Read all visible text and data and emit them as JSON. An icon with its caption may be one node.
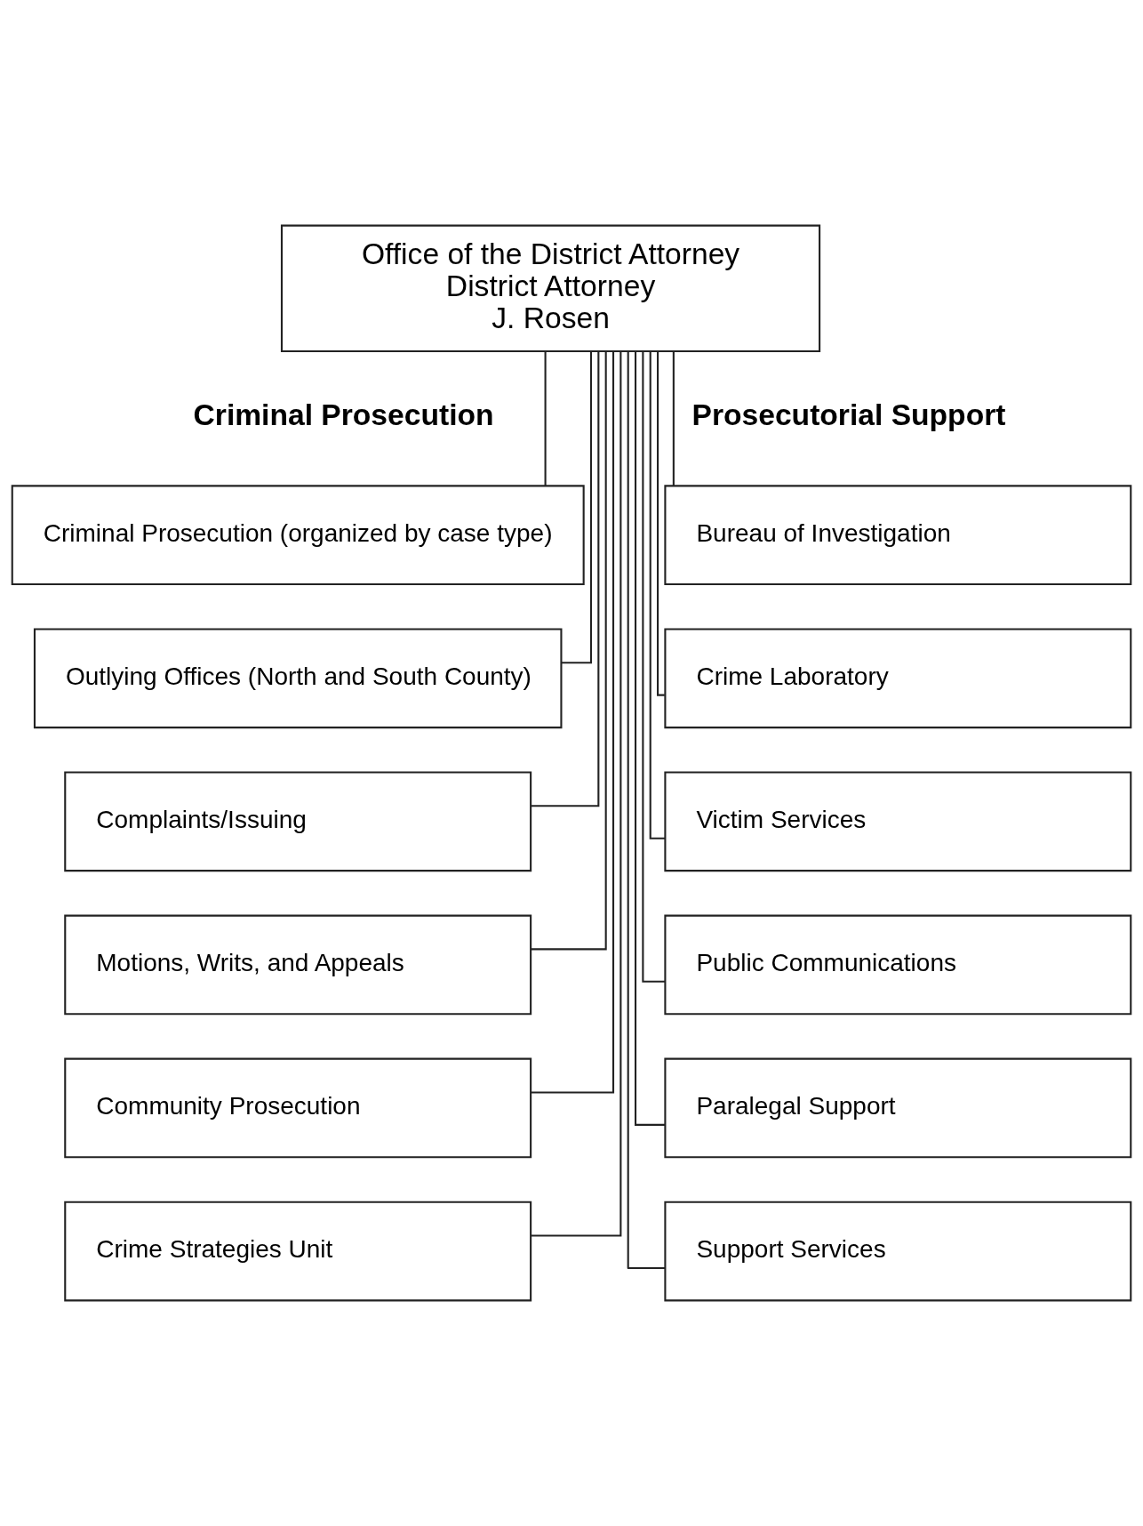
{
  "diagram": {
    "nodes": [
      {
        "text": [
          "Office of the District Attorney",
          "District Attorney",
          "J. Rosen"
        ]
      },
      {
        "text": [
          "Criminal Prosecution (organized by case type)"
        ]
      },
      {
        "text": [
          "Bureau of Investigation"
        ]
      },
      {
        "text": [
          "Outlying Offices (North and South County)"
        ]
      },
      {
        "text": [
          "Crime Laboratory"
        ]
      },
      {
        "text": [
          "Complaints/Issuing"
        ]
      },
      {
        "text": [
          "Victim Services"
        ]
      },
      {
        "text": [
          "Motions, Writs, and Appeals"
        ]
      },
      {
        "text": [
          "Public Communications"
        ]
      },
      {
        "text": [
          "Community Prosecution"
        ]
      },
      {
        "text": [
          "Paralegal Support"
        ]
      },
      {
        "text": [
          "Crime Strategies Unit"
        ]
      },
      {
        "text": [
          "Support Services"
        ]
      }
    ],
    "edges": [
      {
        "from": 0,
        "to": 1,
        "arrow": "none"
      },
      {
        "from": 0,
        "to": 2,
        "arrow": "none"
      },
      {
        "from": 0,
        "to": 3,
        "arrow": "none"
      },
      {
        "from": 0,
        "to": 4,
        "arrow": "none"
      },
      {
        "from": 0,
        "to": 5,
        "arrow": "none"
      },
      {
        "from": 0,
        "to": 6,
        "arrow": "none"
      },
      {
        "from": 0,
        "to": 7,
        "arrow": "none"
      },
      {
        "from": 0,
        "to": 8,
        "arrow": "none"
      },
      {
        "from": 0,
        "to": 9,
        "arrow": "none"
      },
      {
        "from": 0,
        "to": 10,
        "arrow": "none"
      },
      {
        "from": 0,
        "to": 11,
        "arrow": "none"
      },
      {
        "from": 0,
        "to": 12,
        "arrow": "none"
      }
    ],
    "labels": [
      "Criminal Prosecution",
      "Prosecutorial Support"
    ]
  }
}
